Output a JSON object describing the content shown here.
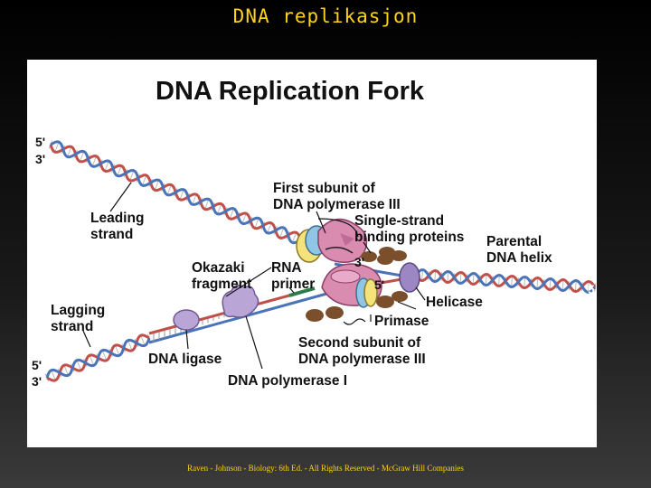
{
  "slide": {
    "title": "DNA replikasjon",
    "credit": "Raven - Johnson - Biology: 6th Ed. - All Rights Reserved - McGraw Hill Companies"
  },
  "figure": {
    "title": "DNA Replication Fork",
    "ends": {
      "top_left_5": "5'",
      "top_left_3": "3'",
      "bottom_left_5": "5'",
      "bottom_left_3": "3'",
      "right_3": "3",
      "right_5": "5",
      "fork_3": "3'",
      "fork_5": "5'"
    },
    "labels": {
      "leading_1": "Leading",
      "leading_2": "strand",
      "first_sub_1": "First subunit of",
      "first_sub_2": "DNA polymerase III",
      "ssb_1": "Single-strand",
      "ssb_2": "binding proteins",
      "parental_1": "Parental",
      "parental_2": "DNA helix",
      "okazaki_1": "Okazaki",
      "okazaki_2": "fragment",
      "rna_1": "RNA",
      "rna_2": "primer",
      "helicase": "Helicase",
      "lagging_1": "Lagging",
      "lagging_2": "strand",
      "primase": "Primase",
      "second_sub_1": "Second subunit of",
      "second_sub_2": "DNA polymerase III",
      "ligase": "DNA ligase",
      "pol1": "DNA polymerase I"
    },
    "colors": {
      "strand_red": "#c0504a",
      "strand_blue": "#4a73b8",
      "polymerase": "#d98bb0",
      "ligase_protein": "#b9a6d6",
      "helicase_protein": "#9c87c4",
      "ssb_protein": "#7b4f2c",
      "clamp_yellow": "#f4e27a",
      "clamp_blue": "#8fc6e6"
    }
  }
}
